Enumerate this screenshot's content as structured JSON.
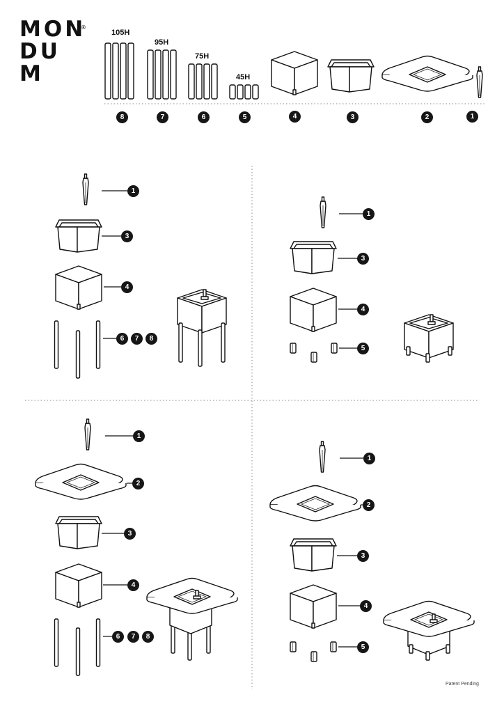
{
  "brand": {
    "logo_rows": [
      "MON",
      "DU",
      "M"
    ],
    "registered": "®"
  },
  "parts": {
    "height_labels": [
      "105H",
      "95H",
      "75H",
      "45H"
    ],
    "numbers": [
      "8",
      "7",
      "6",
      "5",
      "4",
      "3",
      "2",
      "1"
    ]
  },
  "panels": {
    "tl": [
      "1",
      "3",
      "4",
      "6",
      "7",
      "8"
    ],
    "tr": [
      "1",
      "3",
      "4",
      "5"
    ],
    "bl": [
      "1",
      "2",
      "3",
      "4",
      "6",
      "7",
      "8"
    ],
    "br": [
      "1",
      "2",
      "3",
      "4",
      "5"
    ]
  },
  "footer": "Patent Pending"
}
